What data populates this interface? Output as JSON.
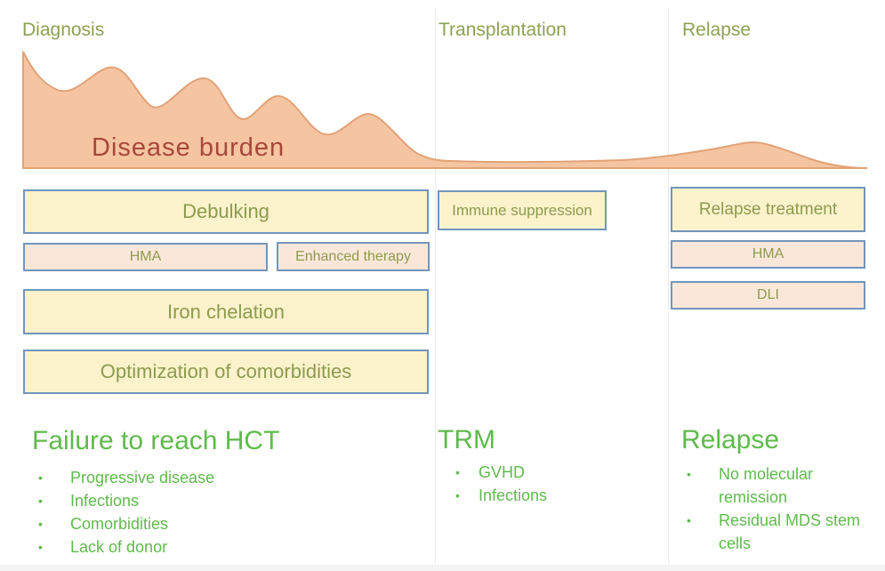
{
  "figure": {
    "phases": [
      "Diagnosis",
      "Transplantation",
      "Relapse"
    ],
    "area_label": "Disease burden"
  },
  "boxes": {
    "debulking": "Debulking",
    "hma_left": "HMA",
    "enhanced_therapy": "Enhanced therapy",
    "iron_chelation": "Iron chelation",
    "optimization": "Optimization of comorbidities",
    "immune_suppression": "Immune suppression",
    "relapse_treatment": "Relapse treatment",
    "hma_right": "HMA",
    "dli": "DLI"
  },
  "outcomes": {
    "diagnosis": {
      "heading": "Failure to reach HCT",
      "bullets": [
        "Progressive disease",
        "Infections",
        "Comorbidities",
        "Lack of donor"
      ]
    },
    "transplantation": {
      "heading": "TRM",
      "bullets": [
        "GVHD",
        "Infections"
      ]
    },
    "relapse": {
      "heading": "Relapse",
      "bullets": [
        "No molecular remission",
        "Residual MDS stem cells"
      ]
    }
  },
  "icons": {
    "bullet": "•"
  },
  "colors": {
    "phase_label_green": "#8ca253",
    "outcome_green": "#5fba4c",
    "box_text_olive": "#8c9b4e",
    "box_border_blue": "#7295bb",
    "yellow_fill": "#fcf2cc",
    "pink_fill": "#fbe7da",
    "area_fill": "#f5c5a2",
    "area_stroke": "#e2a277",
    "burden_label_red": "#a8473b"
  }
}
